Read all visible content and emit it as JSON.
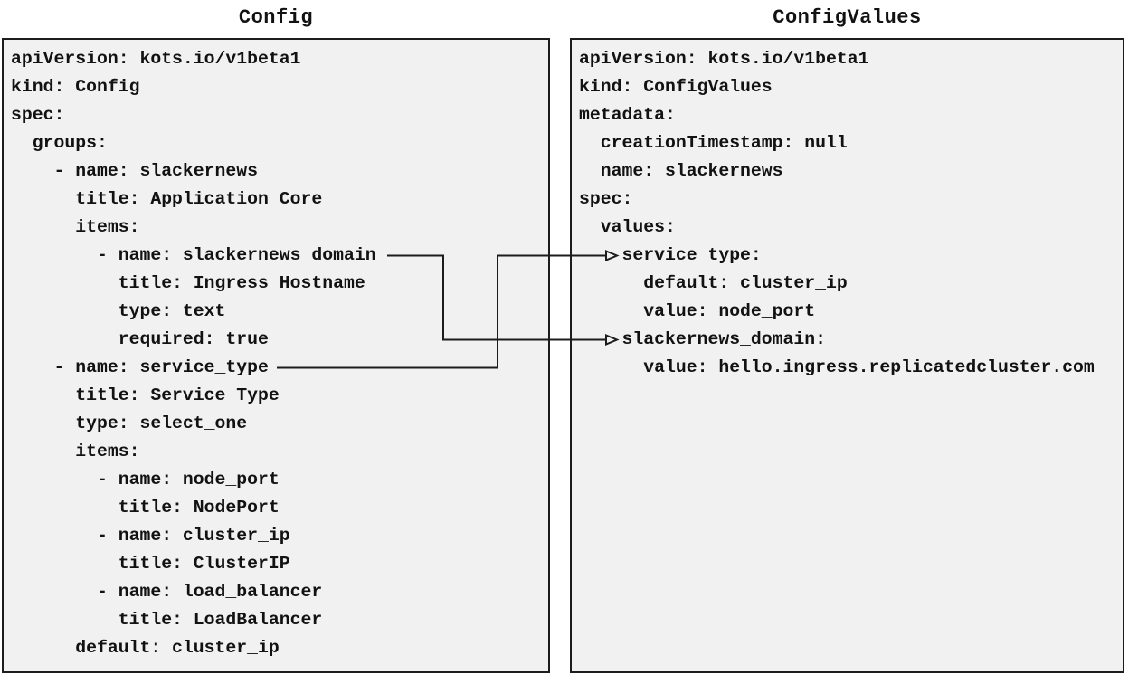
{
  "panels": {
    "config": {
      "title": "Config",
      "yaml": "apiVersion: kots.io/v1beta1\nkind: Config\nspec:\n  groups:\n    - name: slackernews\n      title: Application Core\n      items:\n        - name: slackernews_domain\n          title: Ingress Hostname\n          type: text\n          required: true\n    - name: service_type\n      title: Service Type\n      type: select_one\n      items:\n        - name: node_port\n          title: NodePort\n        - name: cluster_ip\n          title: ClusterIP\n        - name: load_balancer\n          title: LoadBalancer\n      default: cluster_ip"
    },
    "config_values": {
      "title": "ConfigValues",
      "yaml": "apiVersion: kots.io/v1beta1\nkind: ConfigValues\nmetadata:\n  creationTimestamp: null\n  name: slackernews\nspec:\n  values:\n    service_type:\n      default: cluster_ip\n      value: node_port\n    slackernews_domain:\n      value: hello.ingress.replicatedcluster.com"
    }
  },
  "connections": [
    {
      "from": "service_type",
      "to": "service_type"
    },
    {
      "from": "slackernews_domain",
      "to": "slackernews_domain"
    }
  ],
  "colors": {
    "background": "#ffffff",
    "panel_fill": "#f1f1f1",
    "panel_border": "#1c1c1c",
    "text": "#121212",
    "arrow": "#1c1c1c"
  }
}
